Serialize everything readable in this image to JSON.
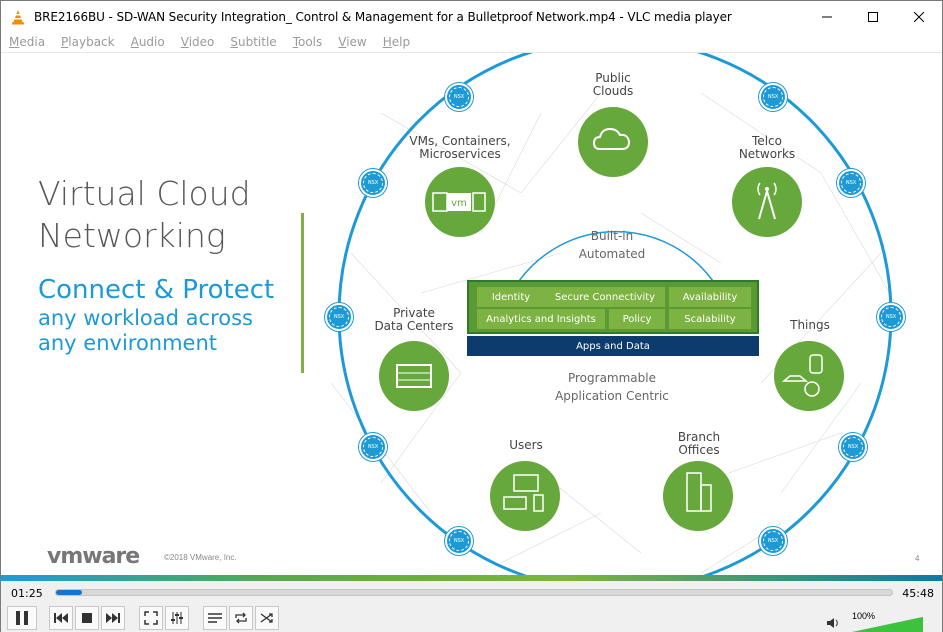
{
  "window": {
    "title": "BRE2166BU - SD-WAN Security Integration_ Control & Management for a Bulletproof Network.mp4 - VLC media player"
  },
  "menu": [
    "Media",
    "Playback",
    "Audio",
    "Video",
    "Subtitle",
    "Tools",
    "View",
    "Help"
  ],
  "slide": {
    "heading_line1": "Virtual Cloud",
    "heading_line2": "Networking",
    "subheading": "Connect & Protect",
    "tagline_line1": "any workload across",
    "tagline_line2": "any environment",
    "logo_text": "vmware",
    "copyright": "©2018 VMware, Inc.",
    "slide_number": "4",
    "nodes": {
      "public_clouds": "Public\nClouds",
      "vms_containers": "VMs, Containers,\nMicroservices",
      "telco": "Telco\nNetworks",
      "private_dc": "Private\nData Centers",
      "things": "Things",
      "users": "Users",
      "branch": "Branch\nOffices"
    },
    "inner": {
      "built_in": "Built-in",
      "automated": "Automated",
      "programmable": "Programmable",
      "app_centric": "Application Centric"
    },
    "services": {
      "row1": [
        "Identity",
        "Secure Connectivity",
        "Availability"
      ],
      "row2": [
        "Analytics and Insights",
        "Policy",
        "Scalability"
      ],
      "apps_and_data": "Apps and Data"
    },
    "nsx_label": "NSX",
    "vm_chip": "vm"
  },
  "player": {
    "elapsed": "01:25",
    "total": "45:48",
    "progress_fraction": 0.031,
    "volume": "100%",
    "volume_fraction": 1.0
  }
}
